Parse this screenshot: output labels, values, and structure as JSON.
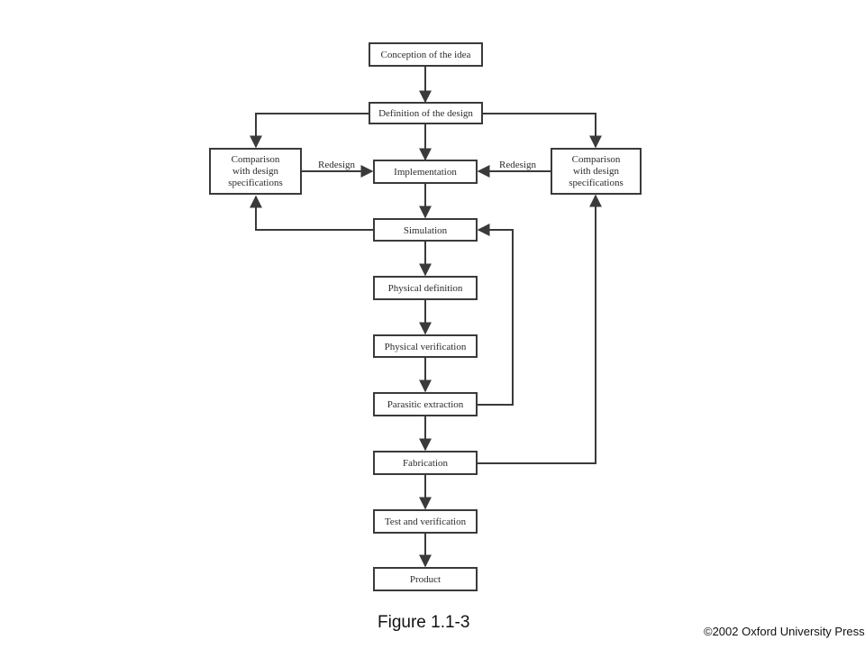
{
  "diagram": {
    "nodes": {
      "conception": "Conception of the idea",
      "definition": "Definition of the design",
      "implementation": "Implementation",
      "simulation": "Simulation",
      "physical_definition": "Physical definition",
      "physical_verification": "Physical verification",
      "parasitic_extraction": "Parasitic extraction",
      "fabrication": "Fabrication",
      "test_verification": "Test and verification",
      "product": "Product",
      "comparison_left": [
        "Comparison",
        "with design",
        "specifications"
      ],
      "comparison_right": [
        "Comparison",
        "with design",
        "specifications"
      ]
    },
    "edge_labels": {
      "redesign_left": "Redesign",
      "redesign_right": "Redesign"
    }
  },
  "caption": "Figure 1.1-3",
  "copyright": "©2002  Oxford University Press"
}
